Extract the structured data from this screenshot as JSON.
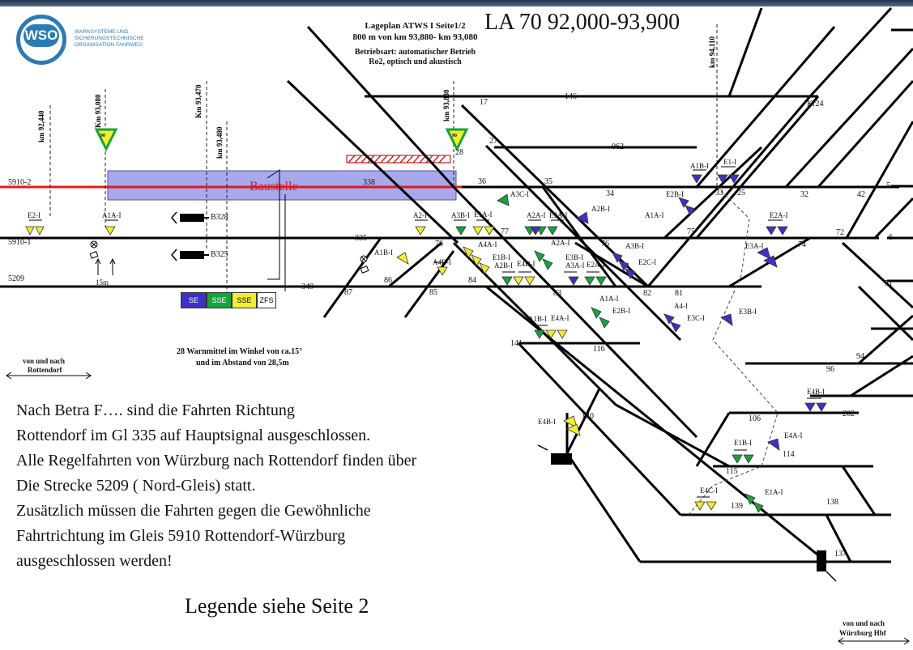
{
  "title": "LA 70 92,000-93,900",
  "header": {
    "line1": "Lageplan ATWS I Seite1/2",
    "line2": "800 m von km 93,880- km 93,080",
    "line3": "Betriebsart:  automatischer Betrieb",
    "line4": "Ro2, optisch und akustisch"
  },
  "logo": {
    "abbr": "WSO",
    "line1": "WARNSYSTEME UND",
    "line2": "SICHERUNGSTECHNISCHE",
    "line3": "ORGANISATION FAHRWEG"
  },
  "km_markers": [
    "km 92,440",
    "Km 93,080",
    "Km 93,470",
    "km 93,480",
    "km 93,880",
    "km 94,110"
  ],
  "construction_label": "Baustelle",
  "signal_badge": "90",
  "track_labels": {
    "t5910_2": "5910-2",
    "t5910_1": "5910-1",
    "t5209": "5209",
    "t338": "338",
    "t335": "335",
    "t349": "349",
    "t146": "146",
    "t062": "062",
    "t5": "5",
    "t6": "6",
    "t42": "42",
    "t32": "32",
    "t25": "25",
    "t33": "33",
    "t34": "34",
    "t35": "35",
    "t36": "36",
    "t17": "17",
    "t27": "27",
    "t28": "28",
    "t72": "72",
    "t74": "74",
    "t75": "75",
    "t76": "76",
    "t77": "77",
    "t78": "78",
    "t71": "71",
    "t81": "81",
    "t82": "82",
    "t83": "83",
    "t84": "84",
    "t85": "85",
    "t86": "86",
    "t87": "87",
    "t94": "94",
    "t96": "96",
    "t106": "106",
    "t202": "202",
    "t114": "114",
    "t115": "115",
    "t116": "116",
    "t138": "138",
    "t139": "139",
    "t140": "140",
    "t141": "141",
    "t137": "137",
    "kr24": "Kr24",
    "b328": "B328",
    "b325": "B325",
    "m15": "15m"
  },
  "signals": {
    "e2_i_left": "E2-I",
    "a1a_i_top": "A1A-I",
    "a2_i": "A2-I",
    "a3b_i": "A3B-I",
    "e1a_i": "E1A-I",
    "a3c_i": "A3C-I",
    "a2a_i": "A2A-I",
    "e3a_i": "E3A-I",
    "a2b_i": "A2B-I",
    "a1b_i_top": "A1B-I",
    "e1_i": "E1-I",
    "e2b_i": "E2B-I",
    "a1a_i_right": "A1A-I",
    "e2a_i": "E2A-I",
    "e3a_i_right": "E3A-I",
    "a4a_i": "A4A-I",
    "a1b_i_mid": "A1B-I",
    "a4b_i": "A4B-I",
    "e1b_i": "E1B-I",
    "a2b_i_mid": "A2B-I",
    "e4d_i": "E4D-I",
    "a2a_i_mid": "A2A-I",
    "e3b_i": "E3B-I",
    "a3a_i": "A3A-I",
    "e2a_i_mid": "E2A-I",
    "a3b_i_right": "A3B-I",
    "e2c_i": "E2C-I",
    "a1a_i_low": "A1A-I",
    "e2b_i_low": "E2B-I",
    "a4_i": "A4-I",
    "e3c_i": "E3C-I",
    "e3b_i_right": "E3B-I",
    "a1b_i_low": "A1B-I",
    "e4a_i": "E4A-I",
    "e4b_i_left": "E4B-I",
    "e4b_i_right": "E4B-I",
    "e1b_i_low": "E1B-I",
    "e4a_i_low": "E4A-I",
    "e4c_i": "E4C-I",
    "e1a_i_low": "E1A-I"
  },
  "equipment": {
    "box1": "SE",
    "box2": "SSE",
    "box3": "SSE",
    "box4": "ZFS"
  },
  "warn_note_line1": "28 Warnmittel im Winkel von ca.15°",
  "warn_note_line2": "und im Abstand von 28,5m",
  "direction_left_line1": "von und nach",
  "direction_left_line2": "Rottendorf",
  "direction_right_line1": "von und nach",
  "direction_right_line2": "Würzburg Hbf",
  "note_lines": [
    "Nach Betra F…. sind die Fahrten Richtung",
    "Rottendorf im Gl 335 auf Hauptsignal ausgeschlossen.",
    "Alle Regelfahrten von Würzburg nach Rottendorf finden über",
    "Die Strecke 5209 ( Nord-Gleis) statt.",
    "Zusätzlich müssen die Fahrten gegen die Gewöhnliche",
    "Fahrtrichtung im Gleis 5910 Rottendorf-Würzburg",
    "ausgeschlossen werden!"
  ],
  "legend": "Legende siehe Seite 2",
  "colors": {
    "yellow": "#f2ef2a",
    "green": "#13a53a",
    "blue": "#3c30c8",
    "red": "#e01a1a",
    "construction": "#a8a8ec",
    "logo": "#2b7ab8"
  }
}
